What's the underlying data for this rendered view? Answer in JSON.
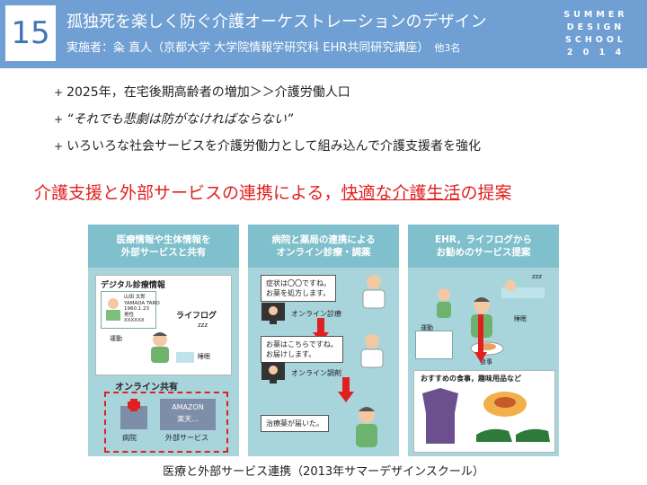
{
  "header": {
    "number": "15",
    "title": "孤独死を楽しく防ぐ介護オーケストレーションのデザイン",
    "subtitle": "実施者：粂 直人（京都大学 大学院情報学研究科 EHR共同研究講座）",
    "others": "他3名",
    "school_lines": [
      "SUMMER",
      "DESIGN",
      "SCHOOL",
      "2 0 1 4"
    ]
  },
  "bullets": [
    "2025年，在宅後期高齢者の増加＞＞介護労働人口",
    "“それでも悲劇は防がなければならない”",
    "いろいろな社会サービスを介護労働力として組み込んで介護支援者を強化"
  ],
  "bullet_marker": "+",
  "headline": {
    "part1": "介護支援と外部サービスの連携による，",
    "part2": "快適な介護生活",
    "part3": "の提案"
  },
  "panels": [
    {
      "title_lines": [
        "医療情報や生体情報を",
        "外部サービスと共有"
      ],
      "digital_record": "デジタル診療情報",
      "card_text": [
        "山田 太郎",
        "YAMADA TARO",
        "1960.1.23",
        "男性",
        "XXXXXX"
      ],
      "lifelog": "ライフログ",
      "exercise": "運動",
      "sleep": "睡眠",
      "zzz": "zzz",
      "online_share": "オンライン共有",
      "hospital": "病院",
      "external": "外部サービス",
      "amazon": "AMAZON",
      "rakuten": "楽天..."
    },
    {
      "title_lines": [
        "病院と薬局の連携による",
        "オンライン診療・調薬"
      ],
      "bubble1": [
        "症状は〇〇ですね。",
        "お薬を処方します。"
      ],
      "online_consult": "オンライン診療",
      "bubble2": [
        "お薬はこちらですね。",
        "お届けします。"
      ],
      "online_dispense": "オンライン調剤",
      "bubble3": "治療薬が届いた。"
    },
    {
      "title_lines": [
        "EHR，ライフログから",
        "お勧めのサービス提案"
      ],
      "exercise": "運動",
      "sleep": "睡眠",
      "meal": "食事",
      "zzz": "zzz",
      "recommend": "おすすめの食事，趣味用品など"
    }
  ],
  "caption": "医療と外部サービス連携（2013年サマーデザインスクール）",
  "colors": {
    "header_bg": "#6f9fd3",
    "number_color": "#3d74b8",
    "panel_bg": "#a8d5dc",
    "panel_header": "#7fc0cc",
    "arrow_red": "#e0201f",
    "headline_red": "#e0201f"
  }
}
